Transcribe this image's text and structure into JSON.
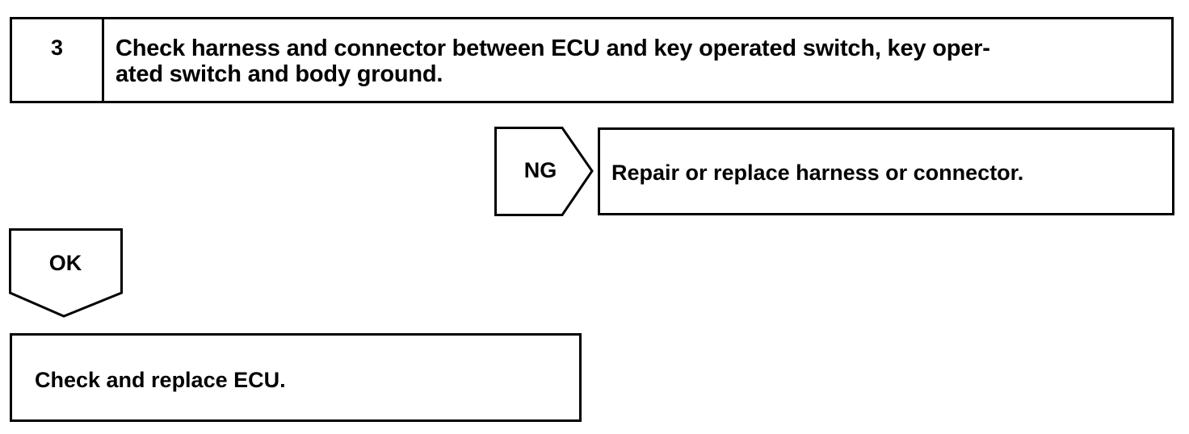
{
  "step": {
    "number": "3",
    "title": "Check harness and connector between ECU and key operated switch, key oper-\nated switch and body ground."
  },
  "ng_branch": {
    "tag": "NG",
    "action": "Repair or replace harness or connector."
  },
  "ok_branch": {
    "tag": "OK",
    "action": "Check and replace ECU."
  }
}
